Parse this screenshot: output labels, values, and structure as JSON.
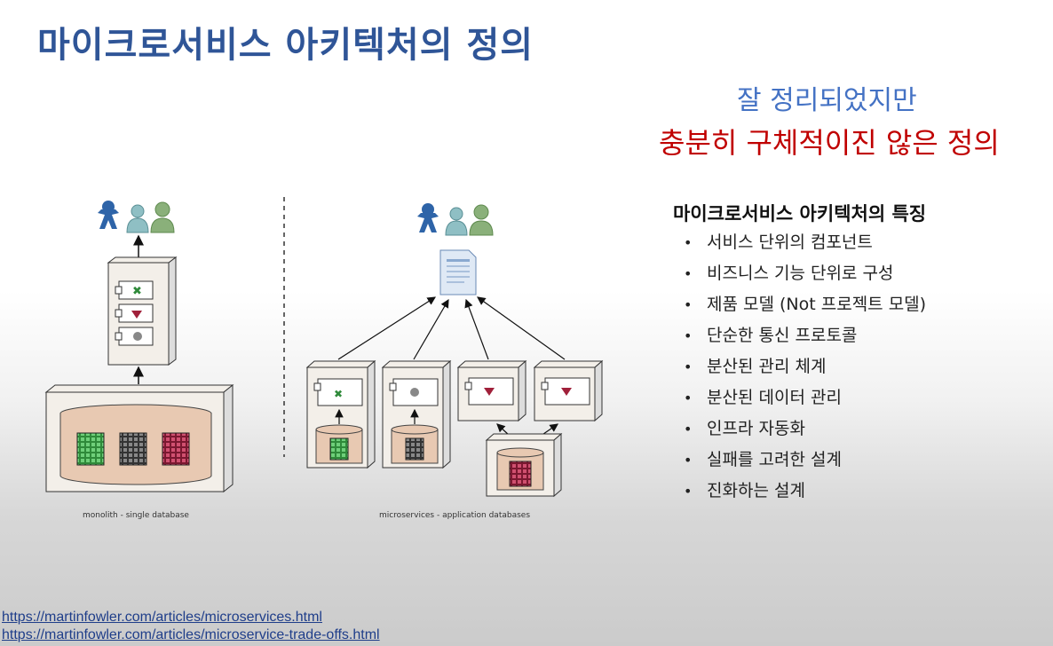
{
  "title": "마이크로서비스 아키텍처의 정의",
  "subtitle": {
    "line1": "잘 정리되었지만",
    "line2": "충분히 구체적이진 않은 정의"
  },
  "features": {
    "heading": "마이크로서비스 아키텍처의 특징",
    "items": [
      "서비스 단위의 컴포넌트",
      "비즈니스 기능 단위로 구성",
      "제품 모델 (Not 프로젝트 모델)",
      "단순한 통신 프로토콜",
      "분산된 관리 체계",
      "분산된 데이터 관리",
      "인프라 자동화",
      "실패를 고려한 설계",
      "진화하는 설계"
    ]
  },
  "diagram": {
    "left_caption": "monolith - single database",
    "right_caption": "microservices - application databases",
    "colors": {
      "user_blue": "#2e64a8",
      "user_teal": "#8fbfc4",
      "user_green": "#8ab07a",
      "db_fill": "#e8c9b2",
      "grid_green": "#2f8a3a",
      "grid_gray": "#555555",
      "grid_red": "#a0203a"
    }
  },
  "links": [
    "https://martinfowler.com/articles/microservices.html",
    "https://martinfowler.com/articles/microservice-trade-offs.html"
  ]
}
